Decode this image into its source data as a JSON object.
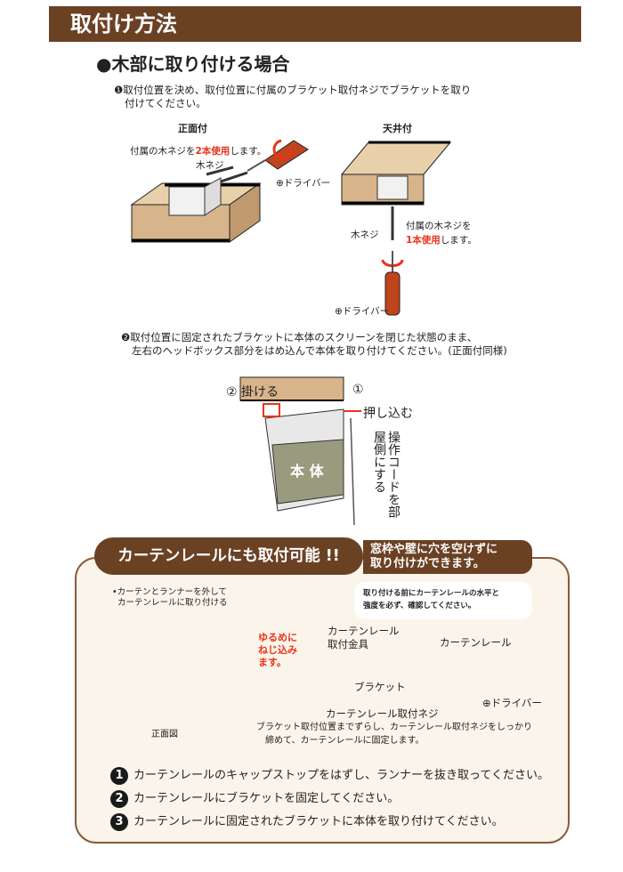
{
  "header": {
    "title": "取付け方法"
  },
  "section": {
    "title": "●木部に取り付ける場合"
  },
  "step1": {
    "line1": "❶取付位置を決め、取付位置に付属のブラケット取付ネジでブラケットを取り",
    "line2": "付けてください。"
  },
  "front": {
    "title": "正面付",
    "note_pre": "付属の木ネジを",
    "note_red": "2本使用",
    "note_post": "します。",
    "screw": "木ネジ",
    "driver": "⊕ドライバー"
  },
  "ceiling": {
    "title": "天井付",
    "screw": "木ネジ",
    "note1": "付属の木ネジを",
    "note_red": "1本使用",
    "note_post": "します。",
    "driver": "⊕ドライバー"
  },
  "step2": {
    "line1": "❷取付位置に固定されたブラケットに本体のスクリーンを閉じた状態のまま、",
    "line2": "左右のヘッドボックス部分をはめ込んで本体を取り付けてください。(正面付同様)"
  },
  "mount": {
    "n2": "②",
    "hook": "掛ける",
    "n1": "①",
    "push": "押し込む",
    "body": "本 体",
    "cord": "操作コードを部屋側にする"
  },
  "curtain": {
    "pill": "カーテンレールにも取付可能 !!",
    "sub1": "窓枠や壁に穴を空けずに",
    "sub2": "取り付けができます。",
    "remove1": "•カーテンとランナーを外して",
    "remove2": "カーテンレールに取り付ける",
    "tip1": "取り付ける前にカーテンレールの水平と",
    "tip2": "強度を必ず、確認してください。",
    "front_view": "正面図",
    "loosen1": "ゆるめに",
    "loosen2": "ねじ込み",
    "loosen3": "ます。",
    "fitting1": "カーテンレール",
    "fitting2": "取付金具",
    "rail": "カーテンレール",
    "bracket": "ブラケット",
    "rail_screw": "カーテンレール取付ネジ",
    "driver": "⊕ドライバー",
    "slide1": "ブラケット取付位置までずらし、カーテンレール取付ネジをしっかり",
    "slide2": "締めて、カーテンレールに固定します。"
  },
  "bottom_steps": [
    {
      "num": "1",
      "text": "カーテンレールのキャップストップをはずし、ランナーを抜き取ってください。"
    },
    {
      "num": "2",
      "text": "カーテンレールにブラケットを固定してください。"
    },
    {
      "num": "3",
      "text": "カーテンレールに固定されたブラケットに本体を取り付けてください。"
    }
  ],
  "colors": {
    "brown": "#6b4124",
    "wood": "#d7b48a",
    "red": "#e8341c"
  }
}
